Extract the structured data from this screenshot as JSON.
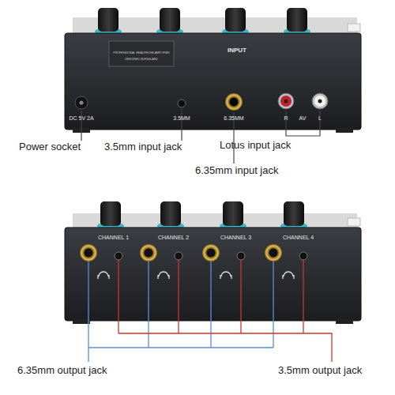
{
  "diagram": {
    "labels": [
      "INPUT",
      "DC 5V 2A",
      "3.5MM",
      "6.35MM",
      "R",
      "AV",
      "L",
      "PROFESSIONAL HEADPHONE AMPLIFIER",
      "DESIGNED IN ENGLAND",
      "Power socket",
      "3.5mm input jack",
      "6.35mm input jack",
      "Lotus input jack",
      "CHANNEL 1",
      "CHANNEL 2",
      "CHANNEL 3",
      "CHANNEL 4",
      "6.35mm output jack",
      "3.5mm output jack"
    ]
  }
}
